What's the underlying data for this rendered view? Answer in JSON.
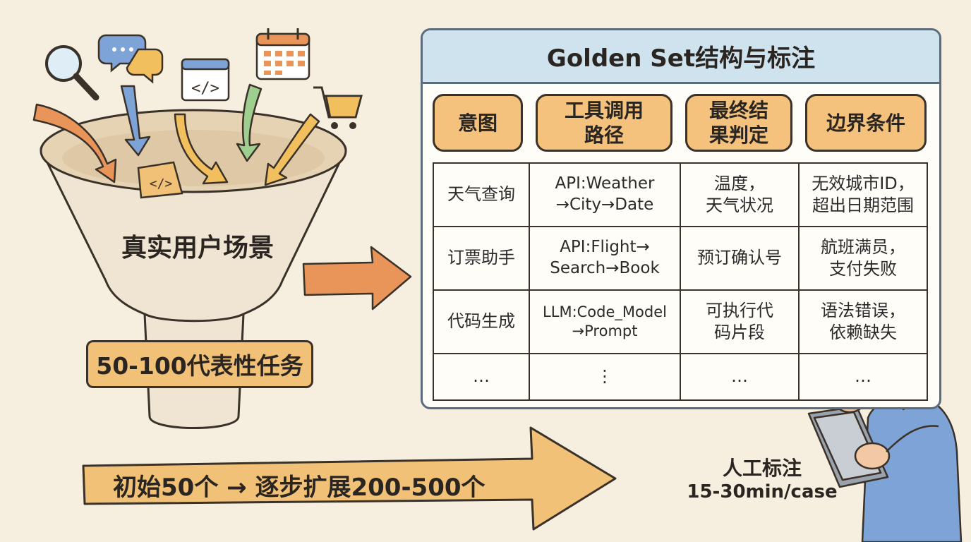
{
  "funnel": {
    "label": "真实用户场景",
    "badge": "50-100代表性任务",
    "icons": [
      "search-icon",
      "chat-bubbles-icon",
      "code-window-icon",
      "calendar-icon",
      "shopping-cart-icon",
      "code-file-icon"
    ]
  },
  "bottom_arrow": {
    "text": "初始50个 → 逐步扩展200-500个"
  },
  "panel": {
    "title": "Golden Set结构与标注",
    "headers": [
      "意图",
      "工具调用\n路径",
      "最终结\n果判定",
      "边界条件"
    ],
    "rows": [
      [
        "天气查询",
        "API:Weather\n→City→Date",
        "温度，\n天气状况",
        "无效城市ID，\n超出日期范围"
      ],
      [
        "订票助手",
        "API:Flight→\nSearch→Book",
        "预订确认号",
        "航班满员，\n支付失败"
      ],
      [
        "代码生成",
        "LLM:Code_Model\n→Prompt",
        "可执行代\n码片段",
        "语法错误，\n依赖缺失"
      ],
      [
        "…",
        "⋮",
        "…",
        "…"
      ]
    ]
  },
  "annotation": {
    "title": "人工标注",
    "time": "15-30min/case"
  },
  "colors": {
    "background": "#f6efe0",
    "pill": "#f4c27c",
    "header": "#cfe3ef",
    "arrow_orange": "#e9955a",
    "arrow_blue": "#7ea3d6",
    "arrow_green": "#9fcf8f",
    "arrow_yellow": "#f2bf5e"
  }
}
